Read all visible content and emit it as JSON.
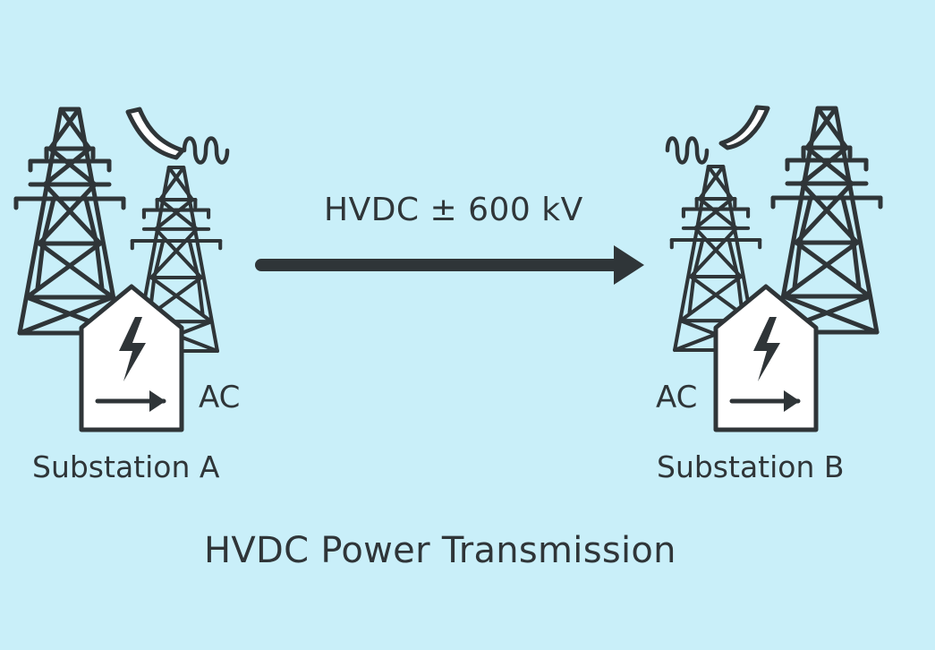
{
  "diagram": {
    "title": "HVDC Power Transmission",
    "link_label": "HVDC ± 600 kV",
    "left": {
      "station_label": "Substation A",
      "ac_label": "AC"
    },
    "right": {
      "station_label": "Substation B",
      "ac_label": "AC"
    },
    "colors": {
      "background": "#c9eff9",
      "ink": "#2f3538",
      "fill": "#ffffff"
    },
    "icons": [
      "transmission-tower-icon",
      "substation-icon",
      "lightning-bolt-icon",
      "ac-wave-icon",
      "arrow-right-icon"
    ]
  }
}
